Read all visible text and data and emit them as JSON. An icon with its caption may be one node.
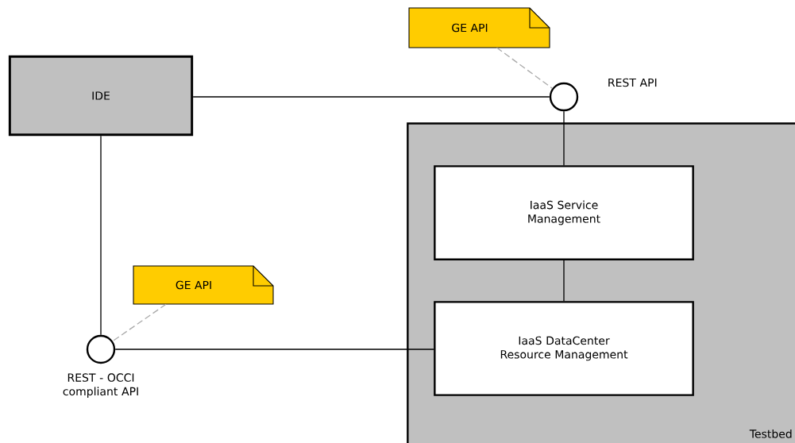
{
  "diagram": {
    "nodes": [
      {
        "text": [
          "IDE"
        ]
      },
      {
        "text": [
          "GE API"
        ]
      },
      {
        "text": [],
        "shape": "circle",
        "beside": [
          "REST API"
        ]
      },
      {
        "text": [
          "Testbed"
        ]
      },
      {
        "text": [
          "IaaS Service Management"
        ],
        "in": 3
      },
      {
        "text": [
          "IaaS DataCenter Resource Management"
        ],
        "in": 3
      },
      {
        "text": [
          "GE API"
        ]
      },
      {
        "text": [],
        "shape": "circle",
        "beside": [
          "REST - OCCI compliant API"
        ]
      }
    ],
    "edges": [
      {
        "from": 0,
        "to": 2,
        "arrow": "none"
      },
      {
        "from": 2,
        "to": 4,
        "arrow": "none"
      },
      {
        "from": 4,
        "to": 5,
        "arrow": "none"
      },
      {
        "from": 0,
        "to": 7,
        "arrow": "none"
      },
      {
        "from": 7,
        "to": 5,
        "arrow": "none"
      },
      {
        "from": 1,
        "to": 2,
        "arrow": "none",
        "style": "dashed",
        "color": "#aaaaaa"
      },
      {
        "from": 6,
        "to": 7,
        "arrow": "none",
        "style": "dashed",
        "color": "#aaaaaa"
      }
    ]
  }
}
